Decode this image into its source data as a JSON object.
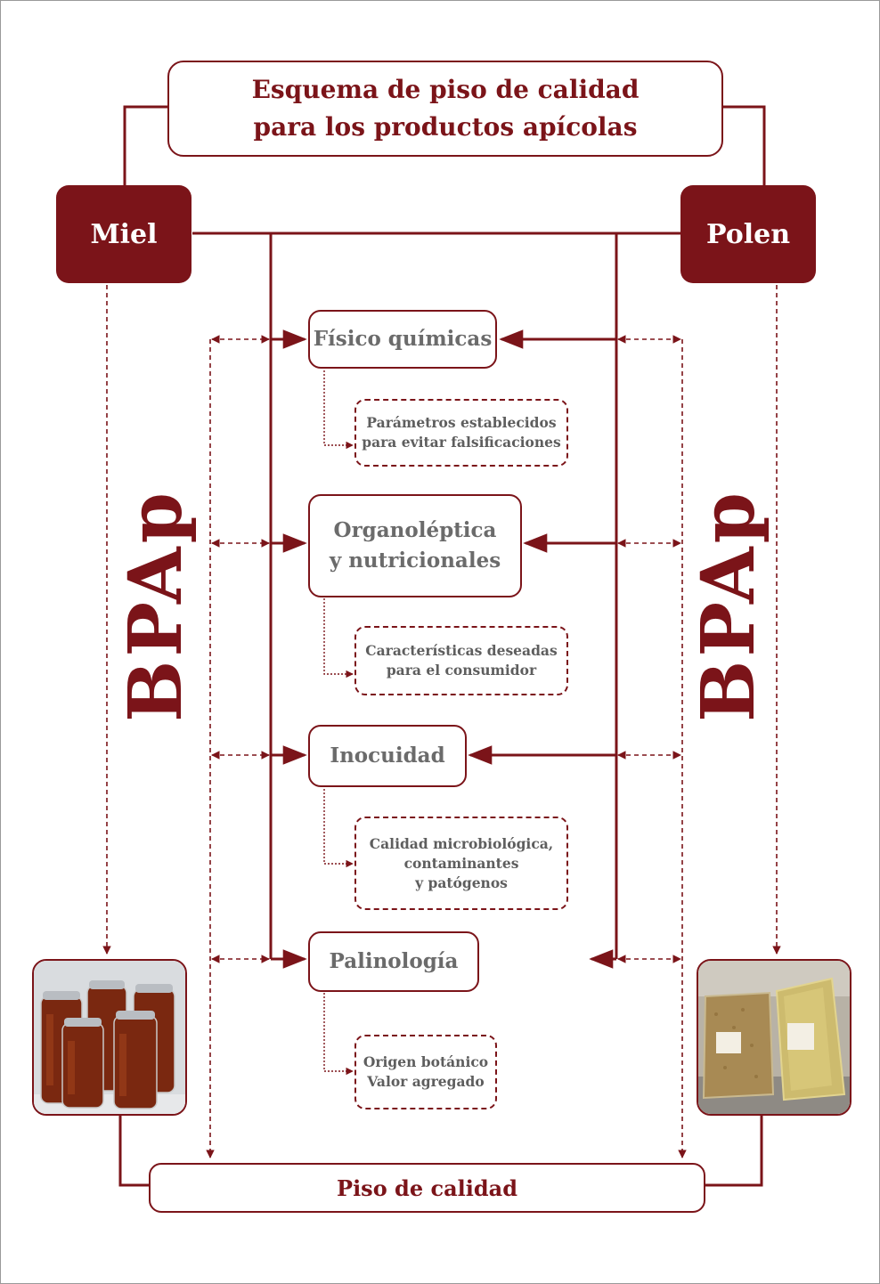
{
  "title": {
    "line1": "Esquema de piso de calidad",
    "line2": "para los productos apícolas"
  },
  "products": {
    "left": "Miel",
    "right": "Polen"
  },
  "side_label": "BPAp",
  "categories": [
    {
      "label_lines": [
        "Físico químicas"
      ],
      "note_lines": [
        "Parámetros establecidos",
        "para evitar falsificaciones"
      ]
    },
    {
      "label_lines": [
        "Organoléptica",
        "y nutricionales"
      ],
      "note_lines": [
        "Características deseadas",
        "para el consumidor"
      ]
    },
    {
      "label_lines": [
        "Inocuidad"
      ],
      "note_lines": [
        "Calidad microbiológica,",
        "contaminantes",
        "y patógenos"
      ]
    },
    {
      "label_lines": [
        "Palinología"
      ],
      "note_lines": [
        "Origen botánico",
        "Valor agregado"
      ]
    }
  ],
  "bottom": "Piso de calidad",
  "colors": {
    "accent": "#7b1419",
    "category_text": "#6b6b6b",
    "frame": "#9a9a9a"
  }
}
